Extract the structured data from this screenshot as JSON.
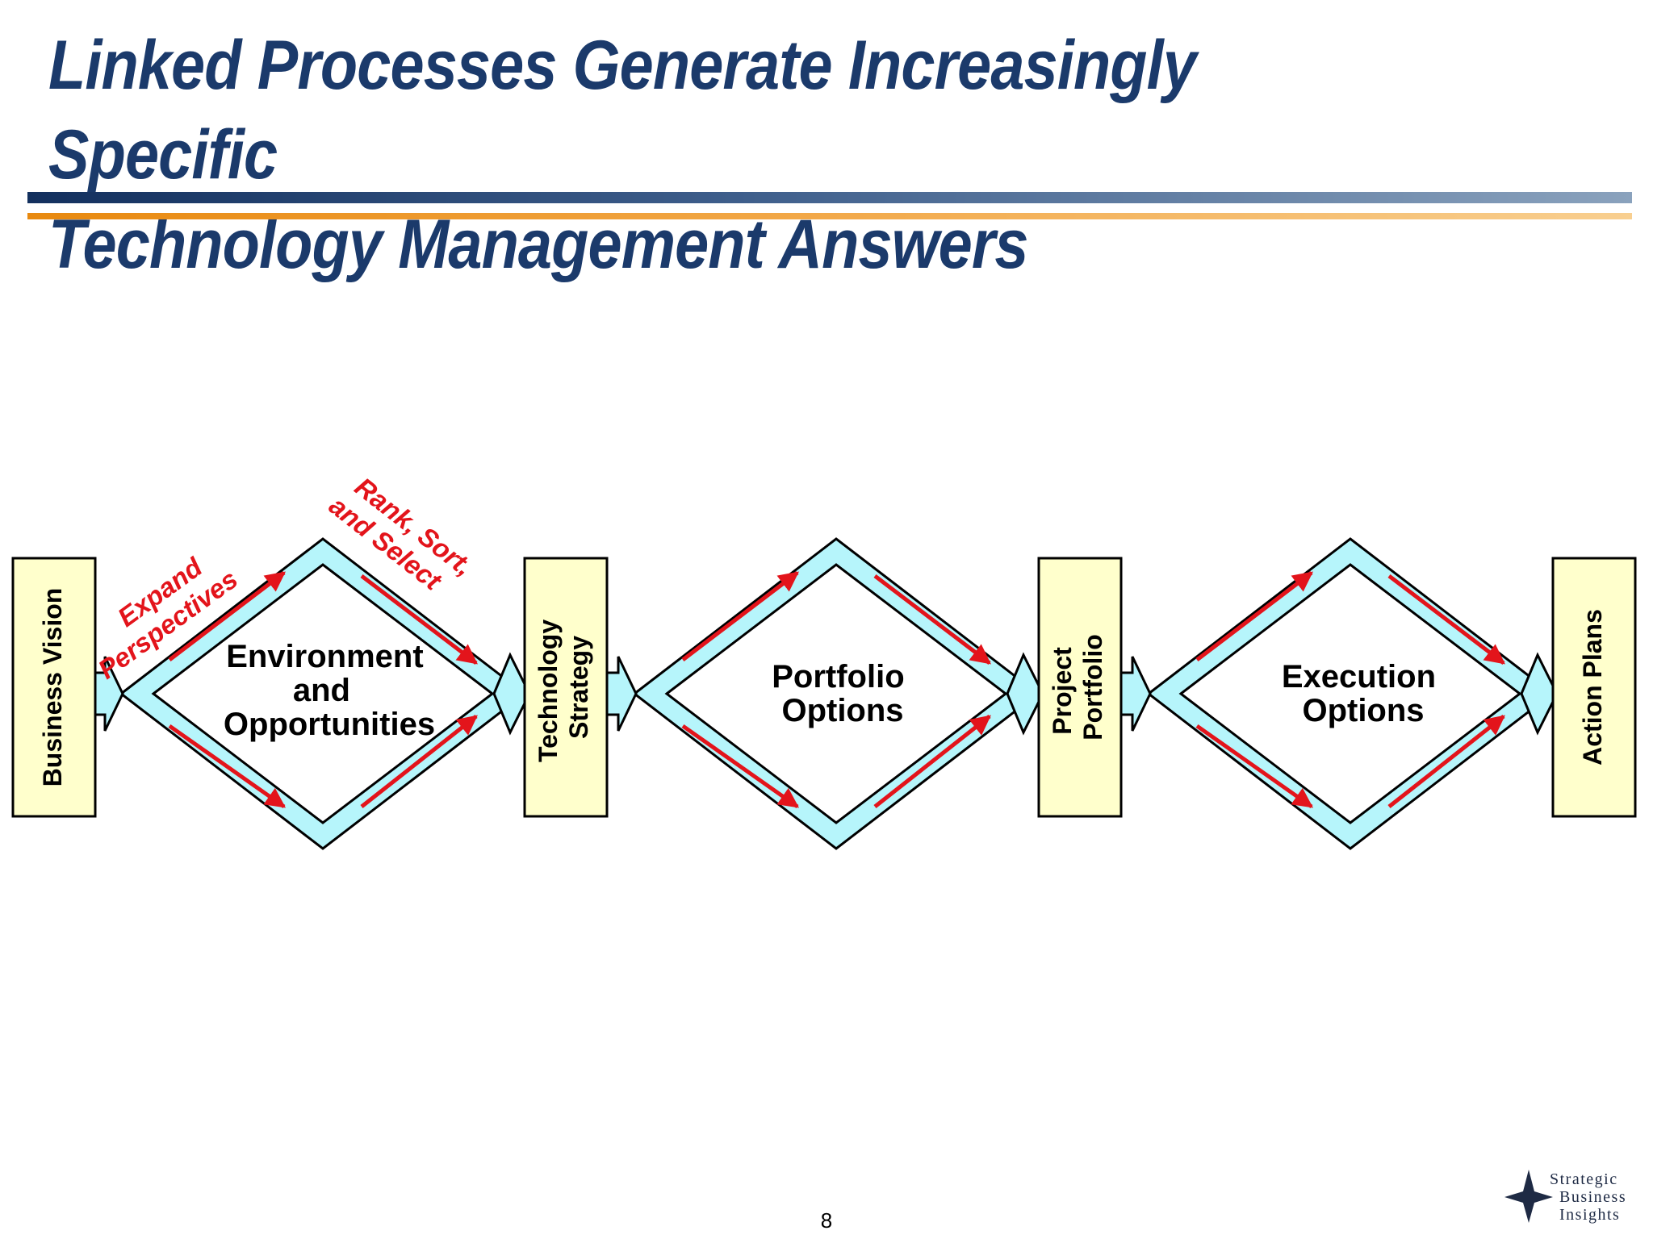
{
  "slide": {
    "title": "Linked Processes Generate Increasingly Specific\nTechnology Management Answers",
    "page_number": "8"
  },
  "diagram": {
    "stages": [
      {
        "label": "Business Vision",
        "lines": [
          "Business Vision"
        ]
      },
      {
        "label": "Technology Strategy",
        "lines": [
          "Technology",
          "Strategy"
        ]
      },
      {
        "label": "Project Portfolio",
        "lines": [
          "Project",
          "Portfolio"
        ]
      },
      {
        "label": "Action Plans",
        "lines": [
          "Action Plans"
        ]
      }
    ],
    "diamonds": [
      {
        "lines": [
          "Environment",
          "and",
          "Opportunities"
        ]
      },
      {
        "lines": [
          "Portfolio",
          "Options"
        ]
      },
      {
        "lines": [
          "Execution",
          "Options"
        ]
      }
    ],
    "annotations": {
      "expand": [
        "Expand",
        "Perspectives"
      ],
      "rank": [
        "Rank, Sort,",
        "and Select"
      ]
    },
    "colors": {
      "stage_fill": "#ffffcc",
      "diamond_band": "#b6f5fb",
      "arrow_red": "#e3141b",
      "title_blue": "#1b3a6b"
    }
  },
  "logo": {
    "lines": [
      "Strategic",
      "Business",
      "Insights"
    ]
  }
}
